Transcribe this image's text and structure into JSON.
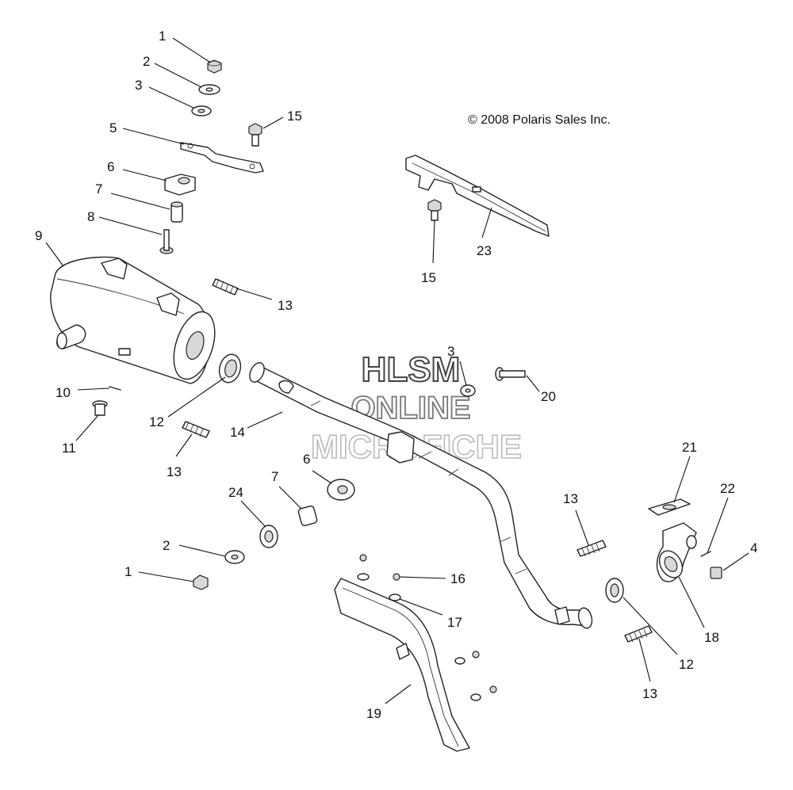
{
  "diagram": {
    "copyright": "© 2008 Polaris Sales Inc.",
    "watermark": {
      "line1": "HLSM",
      "line2": "ONLINE",
      "line3": "MICROFICHE"
    },
    "callouts": {
      "c1a": "1",
      "c2a": "2",
      "c3a": "3",
      "c15a": "15",
      "c5": "5",
      "c6a": "6",
      "c7a": "7",
      "c8": "8",
      "c9": "9",
      "c13a": "13",
      "c10": "10",
      "c11": "11",
      "c12a": "12",
      "c13b": "13",
      "c14": "14",
      "c15b": "15",
      "c23": "23",
      "c3b": "3",
      "c20": "20",
      "c7b": "7",
      "c6b": "6",
      "c24": "24",
      "c2b": "2",
      "c1b": "1",
      "c16": "16",
      "c17": "17",
      "c19": "19",
      "c13c": "13",
      "c21": "21",
      "c22": "22",
      "c4": "4",
      "c18": "18",
      "c12b": "12",
      "c13d": "13"
    }
  }
}
